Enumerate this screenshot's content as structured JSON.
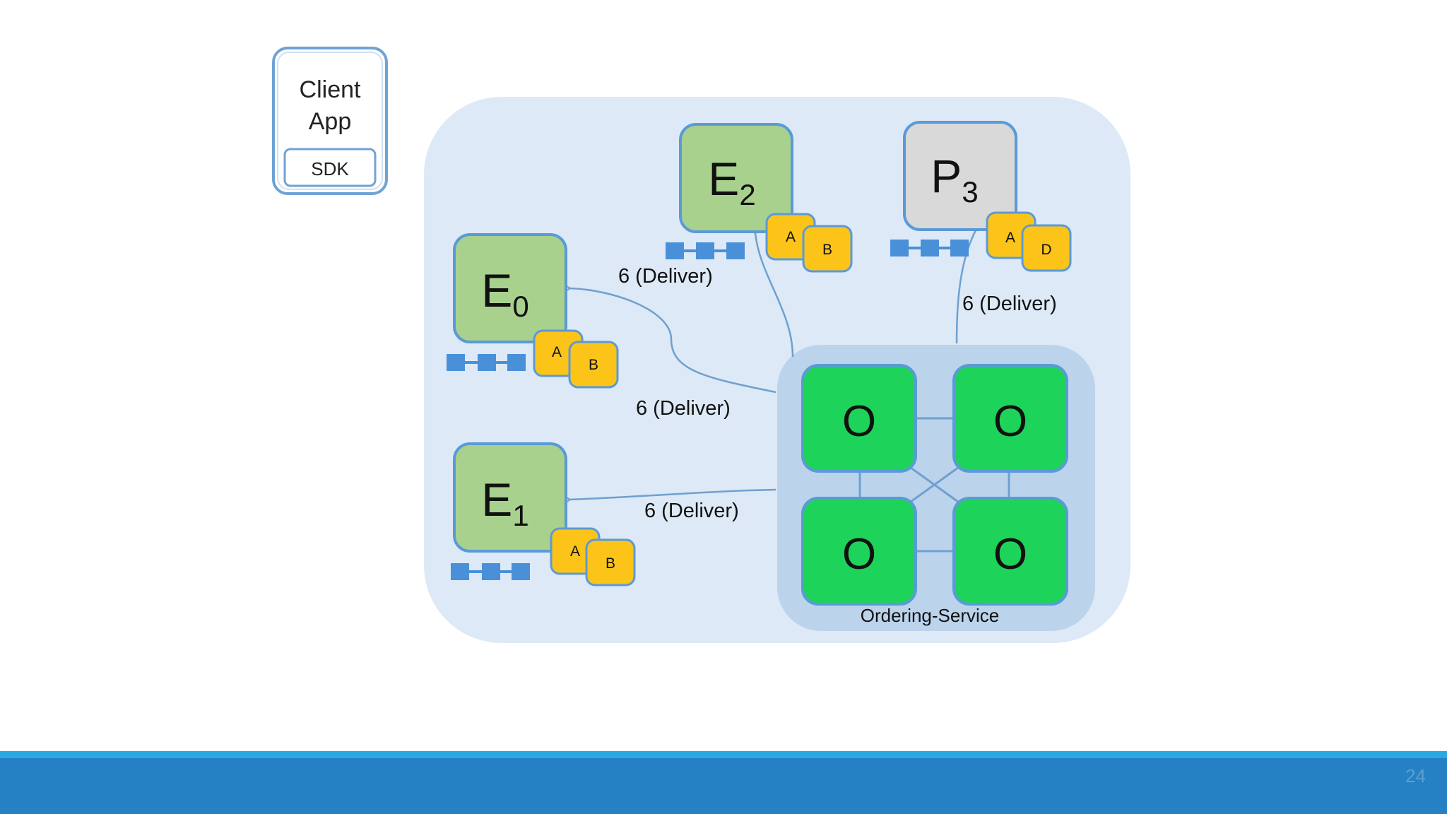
{
  "client": {
    "title_line1": "Client",
    "title_line2": "App",
    "sdk_label": "SDK"
  },
  "nodes": {
    "e0": {
      "letter": "E",
      "sub": "0",
      "chaincodes": [
        "A",
        "B"
      ]
    },
    "e1": {
      "letter": "E",
      "sub": "1",
      "chaincodes": [
        "A",
        "B"
      ]
    },
    "e2": {
      "letter": "E",
      "sub": "2",
      "chaincodes": [
        "A",
        "B"
      ]
    },
    "p3": {
      "letter": "P",
      "sub": "3",
      "chaincodes": [
        "A",
        "D"
      ]
    }
  },
  "orderers": {
    "label": "O",
    "service_label": "Ordering-Service"
  },
  "edges": {
    "to_e0": "6 (Deliver)",
    "to_e0_lower": "6 (Deliver)",
    "to_e1": "6 (Deliver)",
    "to_p3": "6 (Deliver)"
  },
  "colors": {
    "network_bg": "#dde9f6",
    "ordering_bg": "#bcd3ec",
    "endorser_fill": "#a9d18e",
    "peer_fill": "#d9d9d9",
    "orderer_fill": "#1ed35a",
    "chaincode_fill": "#fcc419",
    "ledger_block": "#4a90d9",
    "footer": "#2581c4",
    "footer_stripe": "#29a9e1"
  },
  "footer": {
    "slide_number": "24"
  }
}
